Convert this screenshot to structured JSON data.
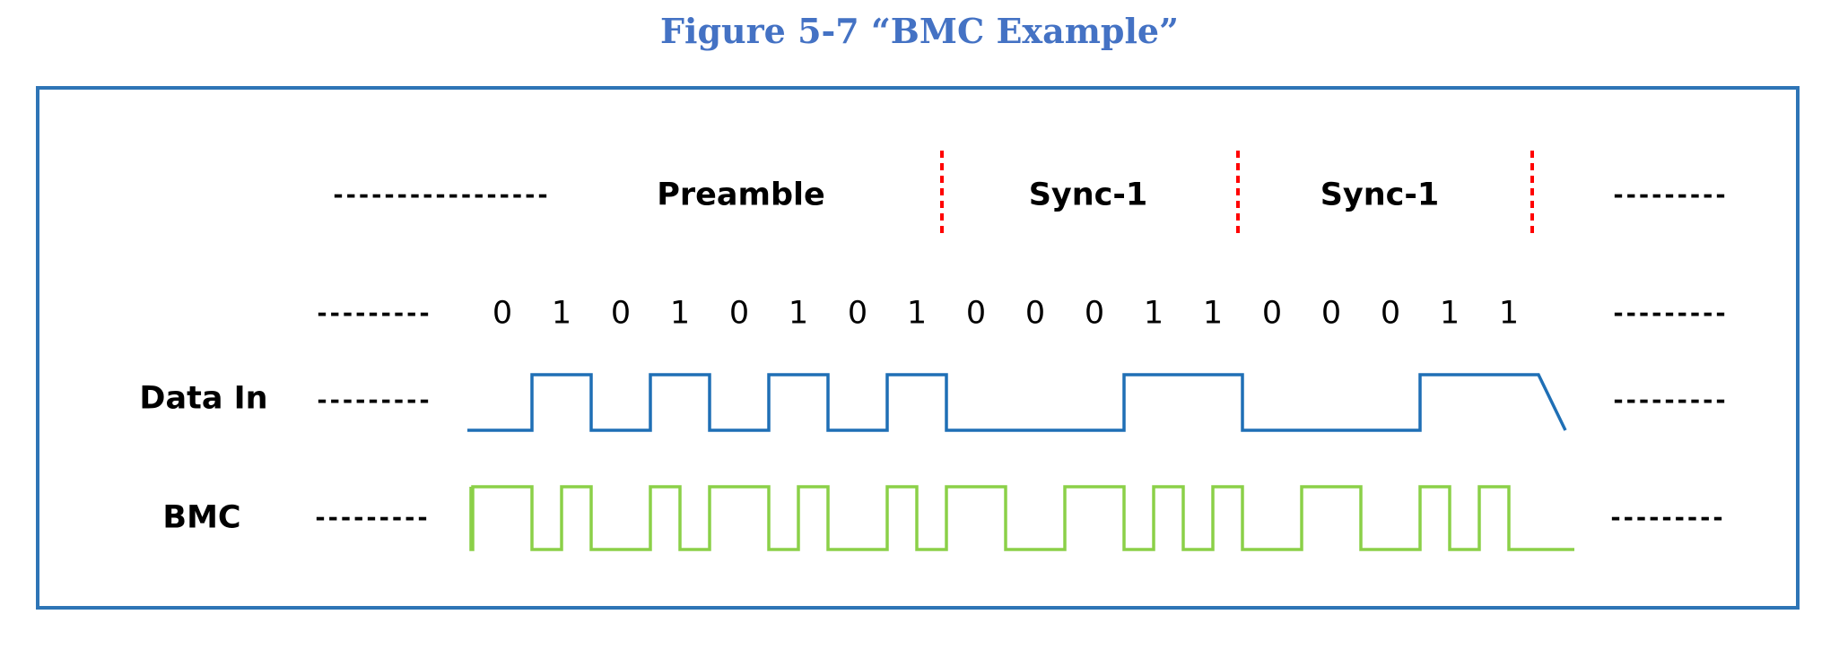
{
  "figure": {
    "title": "Figure 5-7 “BMC Example”"
  },
  "sections": {
    "preamble": "Preamble",
    "sync1_a": "Sync-1",
    "sync1_b": "Sync-1"
  },
  "rows": {
    "data_in": "Data In",
    "bmc": "BMC"
  },
  "ellipsis": {
    "header_left": "-----------------",
    "header_right": "---------",
    "bits_left": "---------",
    "bits_right": "---------",
    "data_left": "---------",
    "data_right": "---------",
    "bmc_left": "---------",
    "bmc_right": "---------"
  },
  "bits": [
    "0",
    "1",
    "0",
    "1",
    "0",
    "1",
    "0",
    "1",
    "0",
    "0",
    "0",
    "1",
    "1",
    "0",
    "0",
    "0",
    "1",
    "1"
  ],
  "colors": {
    "title": "#4472C4",
    "frame": "#2E75B6",
    "data_in_wave": "#1F6FB5",
    "bmc_wave": "#8BD048",
    "separator": "#FF0000"
  }
}
